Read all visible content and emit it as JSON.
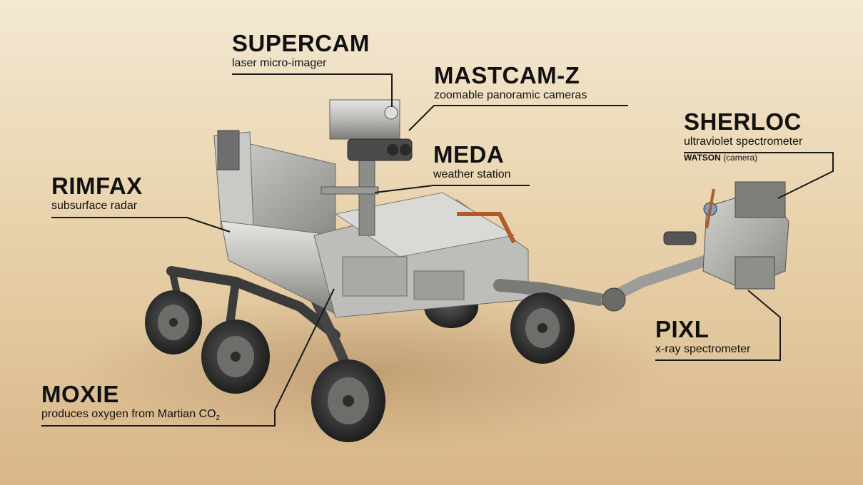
{
  "colors": {
    "background_top": "#f4e9d4",
    "background_bottom": "#d9b98a",
    "text": "#111111",
    "leader_line": "#1a1a1a"
  },
  "labels": {
    "supercam": {
      "title": "SUPERCAM",
      "desc": "laser micro-imager"
    },
    "mastcamz": {
      "title": "MASTCAM-Z",
      "desc": "zoomable panoramic cameras"
    },
    "meda": {
      "title": "MEDA",
      "desc": "weather station"
    },
    "rimfax": {
      "title": "RIMFAX",
      "desc": "subsurface radar"
    },
    "sherloc": {
      "title": "SHERLOC",
      "desc": "ultraviolet spectrometer",
      "extra_name": "WATSON",
      "extra_desc": " (camera)"
    },
    "pixl": {
      "title": "PIXL",
      "desc": "x-ray spectrometer"
    },
    "moxie": {
      "title": "MOXIE",
      "desc": "produces oxygen from Martian CO",
      "desc_sub": "2"
    }
  }
}
